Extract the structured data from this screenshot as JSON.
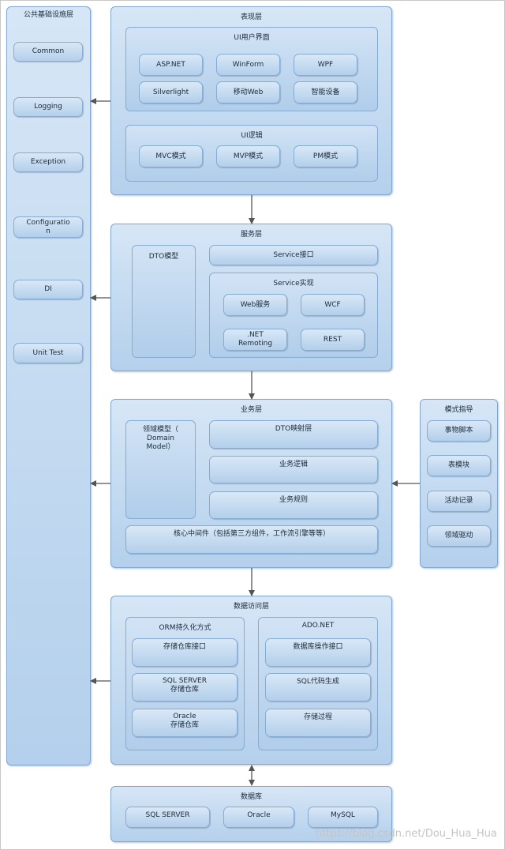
{
  "infra": {
    "title": "公共基础设施层",
    "items": [
      "Common",
      "Logging",
      "Exception",
      "Configuratio\nn",
      "DI",
      "Unit Test"
    ]
  },
  "presentation": {
    "title": "表现层",
    "ui": {
      "title": "UI用户界面",
      "items": [
        "ASP.NET",
        "WinForm",
        "WPF",
        "Silverlight",
        "移动Web",
        "智能设备"
      ]
    },
    "logic": {
      "title": "UI逻辑",
      "items": [
        "MVC模式",
        "MVP模式",
        "PM模式"
      ]
    }
  },
  "service": {
    "title": "服务层",
    "dto": "DTO模型",
    "iface": "Service接口",
    "impl": {
      "title": "Service实现",
      "items": [
        "Web服务",
        "WCF",
        ".NET\nRemoting",
        "REST"
      ]
    }
  },
  "business": {
    "title": "业务层",
    "domain": "领域模型（\nDomain\nModel）",
    "items": [
      "DTO映射层",
      "业务逻辑",
      "业务规则"
    ],
    "core": "核心中间件（包括第三方组件，工作流引擎等等）"
  },
  "patterns": {
    "title": "模式指导",
    "items": [
      "事物脚本",
      "表模块",
      "活动记录",
      "领域驱动"
    ]
  },
  "dal": {
    "title": "数据访问层",
    "orm": {
      "title": "ORM持久化方式",
      "items": [
        "存储仓库接口",
        "SQL SERVER\n存储仓库",
        "Oracle\n存储仓库"
      ]
    },
    "ado": {
      "title": "ADO.NET",
      "items": [
        "数据库操作接口",
        "SQL代码生成",
        "存储过程"
      ]
    }
  },
  "db": {
    "title": "数据库",
    "items": [
      "SQL SERVER",
      "Oracle",
      "MySQL"
    ]
  },
  "watermark": "https://blog.csdn.net/Dou_Hua_Hua"
}
